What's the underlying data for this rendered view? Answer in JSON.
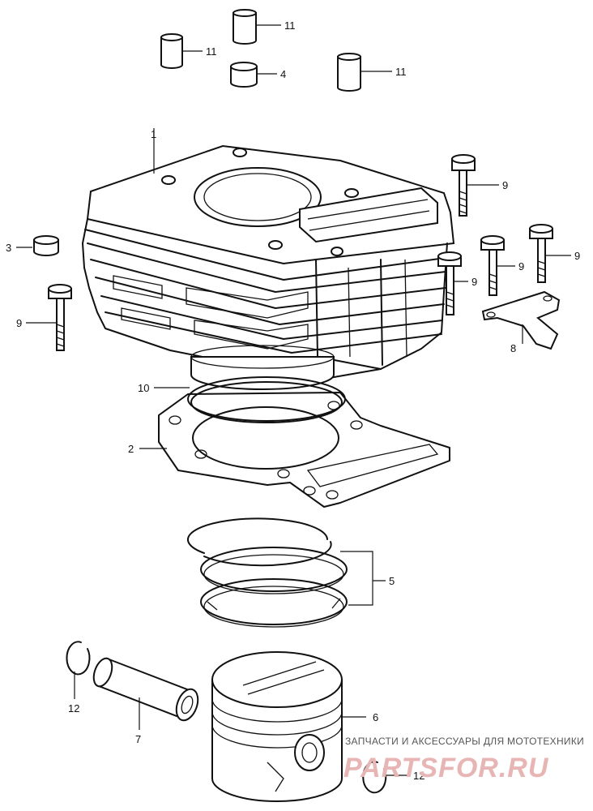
{
  "callouts": [
    {
      "id": "11a",
      "text": "11"
    },
    {
      "id": "11b",
      "text": "11"
    },
    {
      "id": "4",
      "text": "4"
    },
    {
      "id": "11c",
      "text": "11"
    },
    {
      "id": "1",
      "text": "1"
    },
    {
      "id": "9a",
      "text": "9"
    },
    {
      "id": "3",
      "text": "3"
    },
    {
      "id": "9b",
      "text": "9"
    },
    {
      "id": "9c",
      "text": "9"
    },
    {
      "id": "9d",
      "text": "9"
    },
    {
      "id": "9e",
      "text": "9"
    },
    {
      "id": "8",
      "text": "8"
    },
    {
      "id": "10",
      "text": "10"
    },
    {
      "id": "2",
      "text": "2"
    },
    {
      "id": "5",
      "text": "5"
    },
    {
      "id": "12a",
      "text": "12"
    },
    {
      "id": "7",
      "text": "7"
    },
    {
      "id": "6",
      "text": "6"
    },
    {
      "id": "12b",
      "text": "12"
    }
  ],
  "watermark": {
    "tagline": "ЗАПЧАСТИ И АКСЕССУАРЫ ДЛЯ МОТОТЕХНИКИ",
    "logo": "PARTSFOR.RU"
  }
}
